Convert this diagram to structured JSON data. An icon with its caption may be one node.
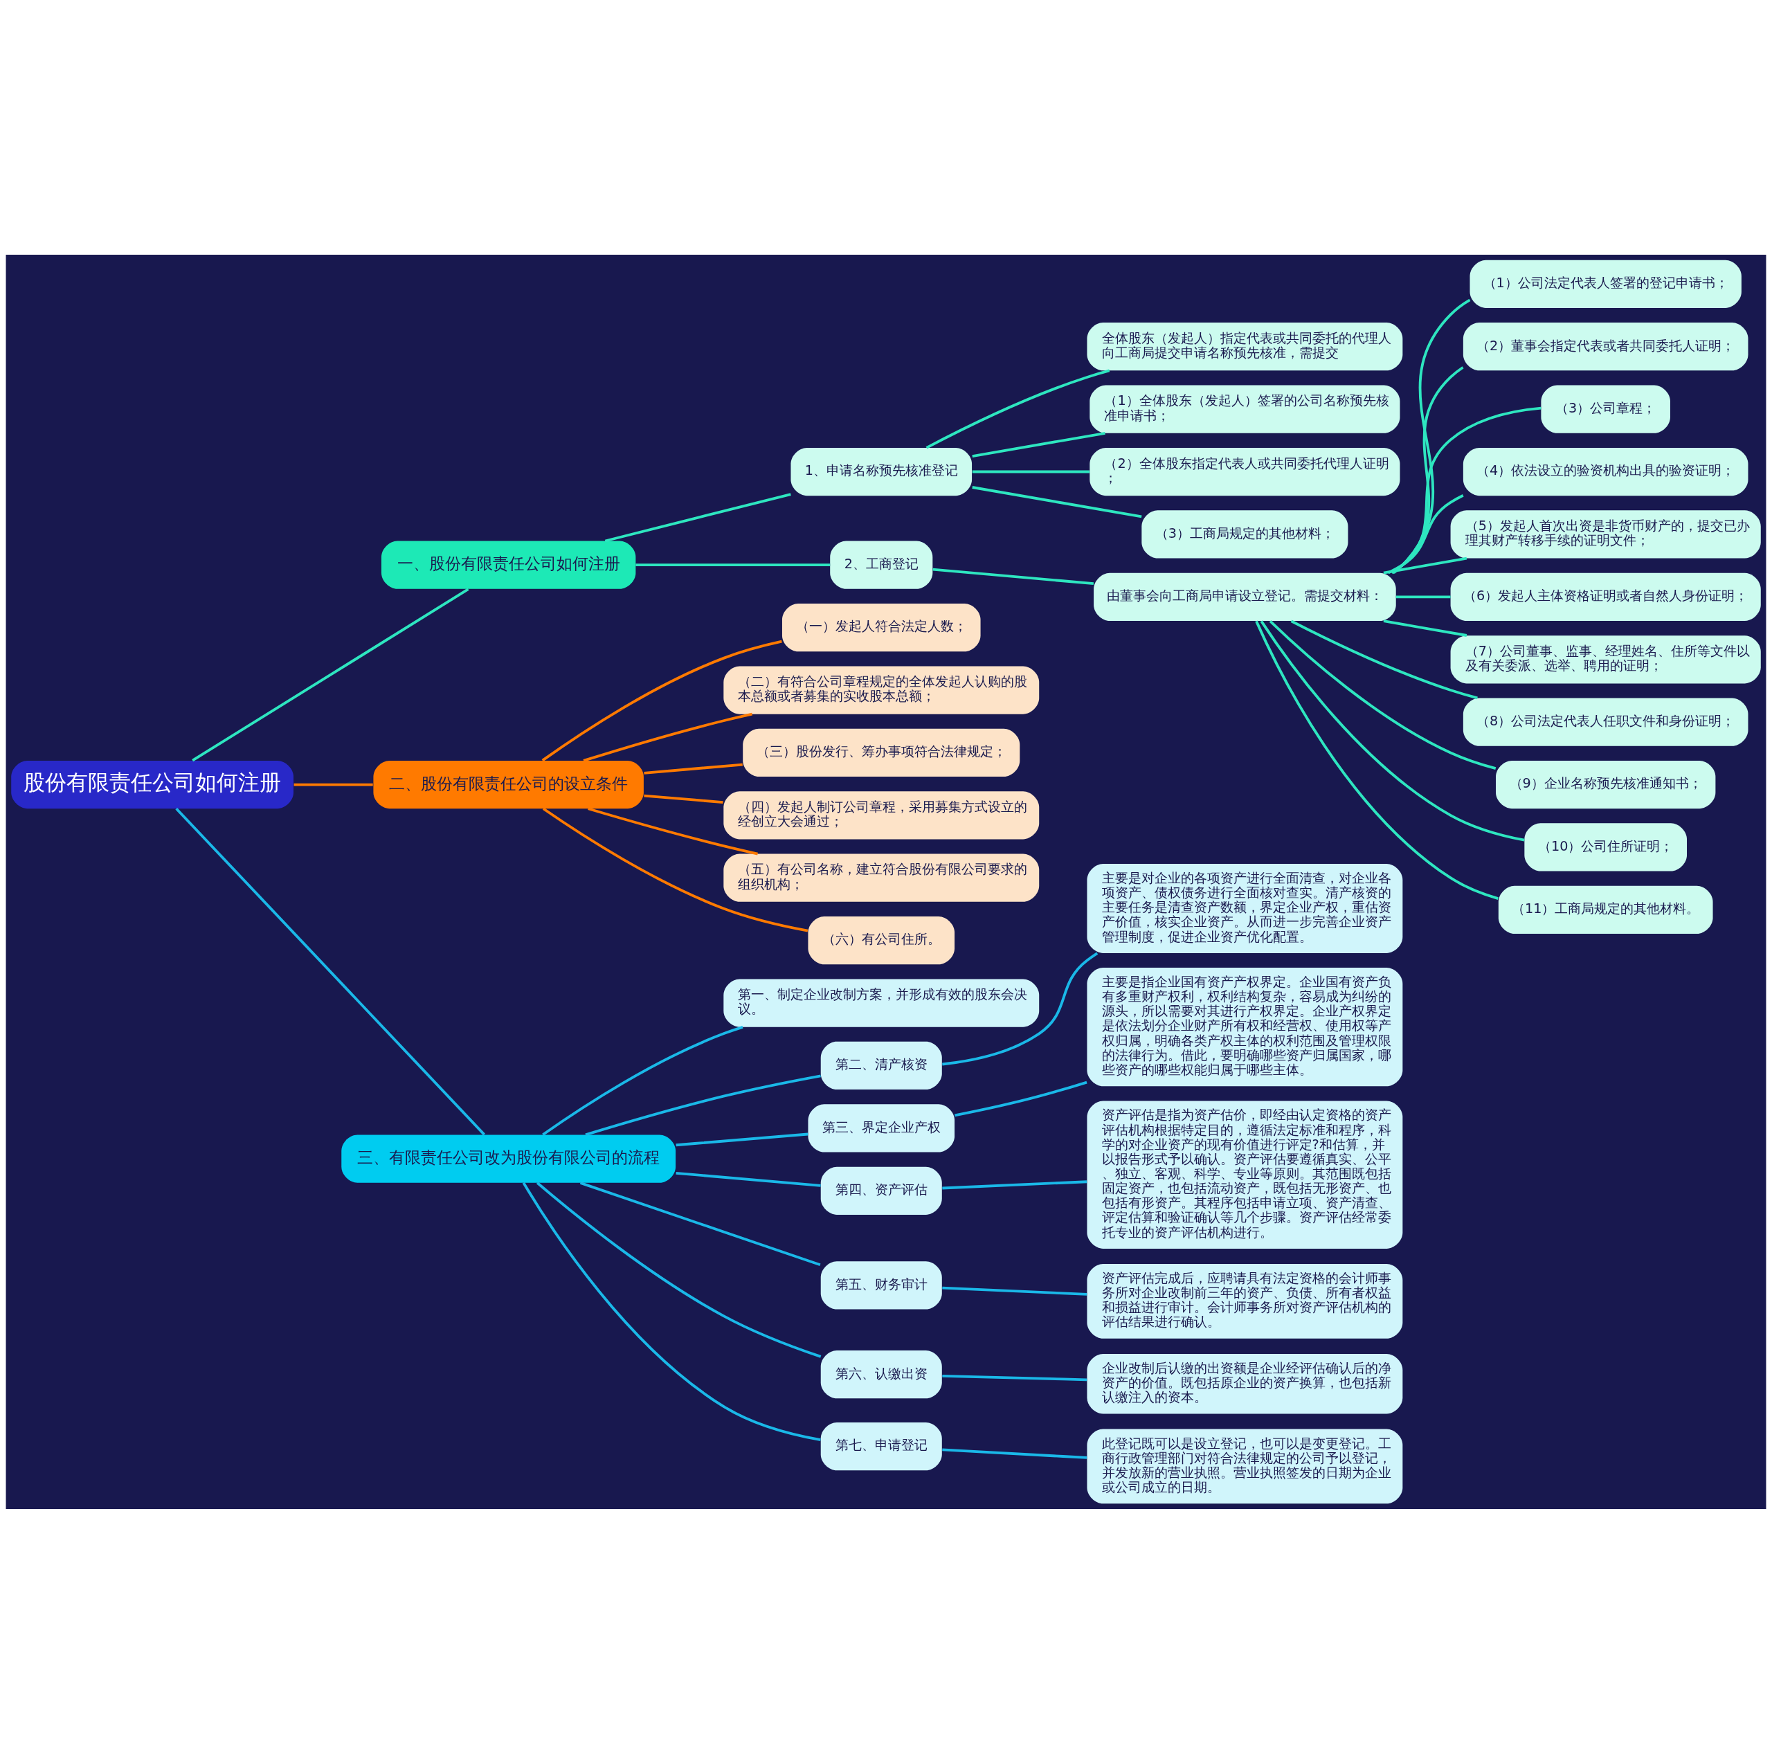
{
  "diagram": {
    "nodes": [
      {
        "text": [
          "股份有限责任公司如何注册"
        ]
      },
      {
        "text": [
          "一、股份有限责任公司如何注册"
        ]
      },
      {
        "text": [
          "1、申请名称预先核准登记"
        ]
      },
      {
        "text": [
          "全体股东（发起人）指定代表或共同委托的代理人向工商局提交申请名称预先核准，需提交"
        ]
      },
      {
        "text": [
          "（1）全体股东（发起人）签署的公司名称预先核准申请书；"
        ]
      },
      {
        "text": [
          "（2）全体股东指定代表人或共同委托代理人证明；"
        ]
      },
      {
        "text": [
          "（3）工商局规定的其他材料；"
        ]
      },
      {
        "text": [
          "2、工商登记"
        ]
      },
      {
        "text": [
          "由董事会向工商局申请设立登记。需提交材料："
        ]
      },
      {
        "text": [
          "（1）公司法定代表人签署的登记申请书；"
        ]
      },
      {
        "text": [
          "（2）董事会指定代表或者共同委托人证明；"
        ]
      },
      {
        "text": [
          "（3）公司章程；"
        ]
      },
      {
        "text": [
          "（4）依法设立的验资机构出具的验资证明；"
        ]
      },
      {
        "text": [
          "（5）发起人首次出资是非货币财产的，提交已办理其财产转移手续的证明文件；"
        ]
      },
      {
        "text": [
          "（6）发起人主体资格证明或者自然人身份证明；"
        ]
      },
      {
        "text": [
          "（7）公司董事、监事、经理姓名、住所等文件以及有关委派、选举、聘用的证明；"
        ]
      },
      {
        "text": [
          "（8）公司法定代表人任职文件和身份证明；"
        ]
      },
      {
        "text": [
          "（9）企业名称预先核准通知书；"
        ]
      },
      {
        "text": [
          "（10）公司住所证明；"
        ]
      },
      {
        "text": [
          "（11）工商局规定的其他材料。"
        ]
      },
      {
        "text": [
          "二、股份有限责任公司的设立条件"
        ]
      },
      {
        "text": [
          "（一）发起人符合法定人数；"
        ]
      },
      {
        "text": [
          "（二）有符合公司章程规定的全体发起人认购的股本总额或者募集的实收股本总额；"
        ]
      },
      {
        "text": [
          "（三）股份发行、筹办事项符合法律规定；"
        ]
      },
      {
        "text": [
          "（四）发起人制订公司章程，采用募集方式设立的经创立大会通过；"
        ]
      },
      {
        "text": [
          "（五）有公司名称，建立符合股份有限公司要求的组织机构；"
        ]
      },
      {
        "text": [
          "（六）有公司住所。"
        ]
      },
      {
        "text": [
          "三、有限责任公司改为股份有限公司的流程"
        ]
      },
      {
        "text": [
          "第一、制定企业改制方案，并形成有效的股东会决议。"
        ]
      },
      {
        "text": [
          "第二、清产核资"
        ]
      },
      {
        "text": [
          "主要是对企业的各项资产进行全面清查，对企业各项资产、债权债务进行全面核对查实。清产核资的主要任务是清查资产数额，界定企业产权，重估资产价值，核实企业资产。从而进一步完善企业资产管理制度，促进企业资产优化配置。"
        ]
      },
      {
        "text": [
          "第三、界定企业产权"
        ]
      },
      {
        "text": [
          "主要是指企业国有资产产权界定。企业国有资产负有多重财产权利，权利结构复杂，容易成为纠纷的源头，所以需要对其进行产权界定。企业产权界定是依法划分企业财产所有权和经营权、使用权等产权归属，明确各类产权主体的权利范围及管理权限的法律行为。借此，要明确哪些资产归属国家，哪些资产的哪些权能归属于哪些主体。"
        ]
      },
      {
        "text": [
          "第四、资产评估"
        ]
      },
      {
        "text": [
          "资产评估是指为资产估价，即经由认定资格的资产评估机构根据特定目的，遵循法定标准和程序，科学的对企业资产的现有价值进行评定?和估算，并以报告形式予以确认。资产评估要遵循真实、公平、独立、客观、科学、专业等原则。其范围既包括固定资产，也包括流动资产，既包括无形资产、也包括有形资产。其程序包括申请立项、资产清查、评定估算和验证确认等几个步骤。资产评估经常委托专业的资产评估机构进行。"
        ]
      },
      {
        "text": [
          "第五、财务审计"
        ]
      },
      {
        "text": [
          "资产评估完成后，应聘请具有法定资格的会计师事务所对企业改制前三年的资产、负债、所有者权益和损益进行审计。会计师事务所对资产评估机构的评估结果进行确认。"
        ]
      },
      {
        "text": [
          "第六、认缴出资"
        ]
      },
      {
        "text": [
          "企业改制后认缴的出资额是企业经评估确认后的净资产的价值。既包括原企业的资产换算，也包括新认缴注入的资本。"
        ]
      },
      {
        "text": [
          "第七、申请登记"
        ]
      },
      {
        "text": [
          "此登记既可以是设立登记，也可以是变更登记。工商行政管理部门对符合法律规定的公司予以登记，并发放新的营业执照。营业执照签发的日期为企业或公司成立的日期。"
        ]
      }
    ],
    "edges": [
      {
        "from": 0,
        "to": 1,
        "arrow": "none"
      },
      {
        "from": 1,
        "to": 2,
        "arrow": "none"
      },
      {
        "from": 2,
        "to": 3,
        "arrow": "none"
      },
      {
        "from": 2,
        "to": 4,
        "arrow": "none"
      },
      {
        "from": 2,
        "to": 5,
        "arrow": "none"
      },
      {
        "from": 2,
        "to": 6,
        "arrow": "none"
      },
      {
        "from": 1,
        "to": 7,
        "arrow": "none"
      },
      {
        "from": 7,
        "to": 8,
        "arrow": "none"
      },
      {
        "from": 8,
        "to": 9,
        "arrow": "none"
      },
      {
        "from": 8,
        "to": 10,
        "arrow": "none"
      },
      {
        "from": 8,
        "to": 11,
        "arrow": "none"
      },
      {
        "from": 8,
        "to": 12,
        "arrow": "none"
      },
      {
        "from": 8,
        "to": 13,
        "arrow": "none"
      },
      {
        "from": 8,
        "to": 14,
        "arrow": "none"
      },
      {
        "from": 8,
        "to": 15,
        "arrow": "none"
      },
      {
        "from": 8,
        "to": 16,
        "arrow": "none"
      },
      {
        "from": 8,
        "to": 17,
        "arrow": "none"
      },
      {
        "from": 8,
        "to": 18,
        "arrow": "none"
      },
      {
        "from": 8,
        "to": 19,
        "arrow": "none"
      },
      {
        "from": 0,
        "to": 20,
        "arrow": "none",
        "color": "#ff7a00"
      },
      {
        "from": 20,
        "to": 21,
        "arrow": "none",
        "color": "#ff7a00"
      },
      {
        "from": 20,
        "to": 22,
        "arrow": "none",
        "color": "#ff7a00"
      },
      {
        "from": 20,
        "to": 23,
        "arrow": "none",
        "color": "#ff7a00"
      },
      {
        "from": 20,
        "to": 24,
        "arrow": "none",
        "color": "#ff7a00"
      },
      {
        "from": 20,
        "to": 25,
        "arrow": "none",
        "color": "#ff7a00"
      },
      {
        "from": 20,
        "to": 26,
        "arrow": "none",
        "color": "#ff7a00"
      },
      {
        "from": 0,
        "to": 27,
        "arrow": "none",
        "color": "#1ab8e8"
      },
      {
        "from": 27,
        "to": 28,
        "arrow": "none",
        "color": "#1ab8e8"
      },
      {
        "from": 27,
        "to": 29,
        "arrow": "none",
        "color": "#1ab8e8"
      },
      {
        "from": 29,
        "to": 30,
        "arrow": "none",
        "color": "#1ab8e8"
      },
      {
        "from": 27,
        "to": 31,
        "arrow": "none",
        "color": "#1ab8e8"
      },
      {
        "from": 31,
        "to": 32,
        "arrow": "none",
        "color": "#1ab8e8"
      },
      {
        "from": 27,
        "to": 33,
        "arrow": "none",
        "color": "#1ab8e8"
      },
      {
        "from": 33,
        "to": 34,
        "arrow": "none",
        "color": "#1ab8e8"
      },
      {
        "from": 27,
        "to": 35,
        "arrow": "none",
        "color": "#1ab8e8"
      },
      {
        "from": 35,
        "to": 36,
        "arrow": "none",
        "color": "#1ab8e8"
      },
      {
        "from": 27,
        "to": 37,
        "arrow": "none",
        "color": "#1ab8e8"
      },
      {
        "from": 37,
        "to": 38,
        "arrow": "none",
        "color": "#1ab8e8"
      },
      {
        "from": 27,
        "to": 39,
        "arrow": "none",
        "color": "#1ab8e8"
      },
      {
        "from": 39,
        "to": 40,
        "arrow": "none",
        "color": "#1ab8e8"
      }
    ]
  }
}
